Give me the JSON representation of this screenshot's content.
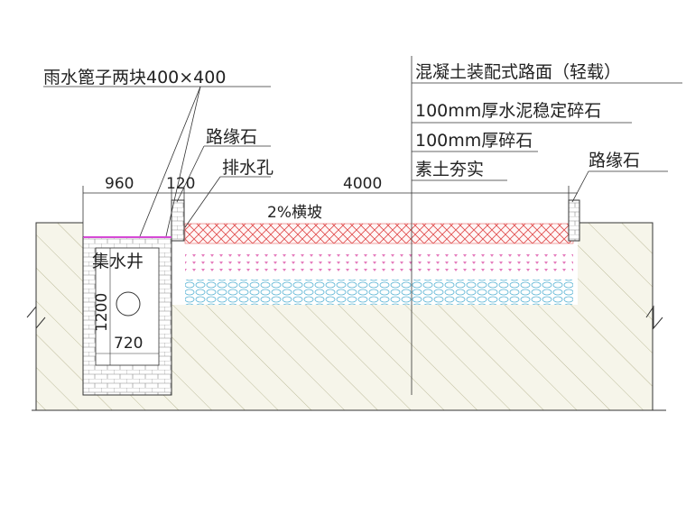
{
  "labels": {
    "grate": "雨水篦子两块400×400",
    "curb_left": "路缘石",
    "drain_hole": "排水孔",
    "curb_right": "路缘石",
    "pavement": "混凝土装配式路面（轻载）",
    "layer1": "100mm厚水泥稳定碎石",
    "layer2": "100mm厚碎石",
    "layer3": "素土夯实",
    "well": "集水井",
    "slope": "2%横坡"
  },
  "dimensions": {
    "d960": "960",
    "d120": "120",
    "d4000": "4000",
    "d1200": "1200",
    "d720": "720"
  },
  "colors": {
    "line": "#333333",
    "hatch": "#c9c7a8",
    "soil_fill": "#f4f3e6",
    "pavement_hatch": "#e04040",
    "heart_layer": "#e070b0",
    "gravel_layer": "#60b8d8",
    "brick": "#888888"
  }
}
